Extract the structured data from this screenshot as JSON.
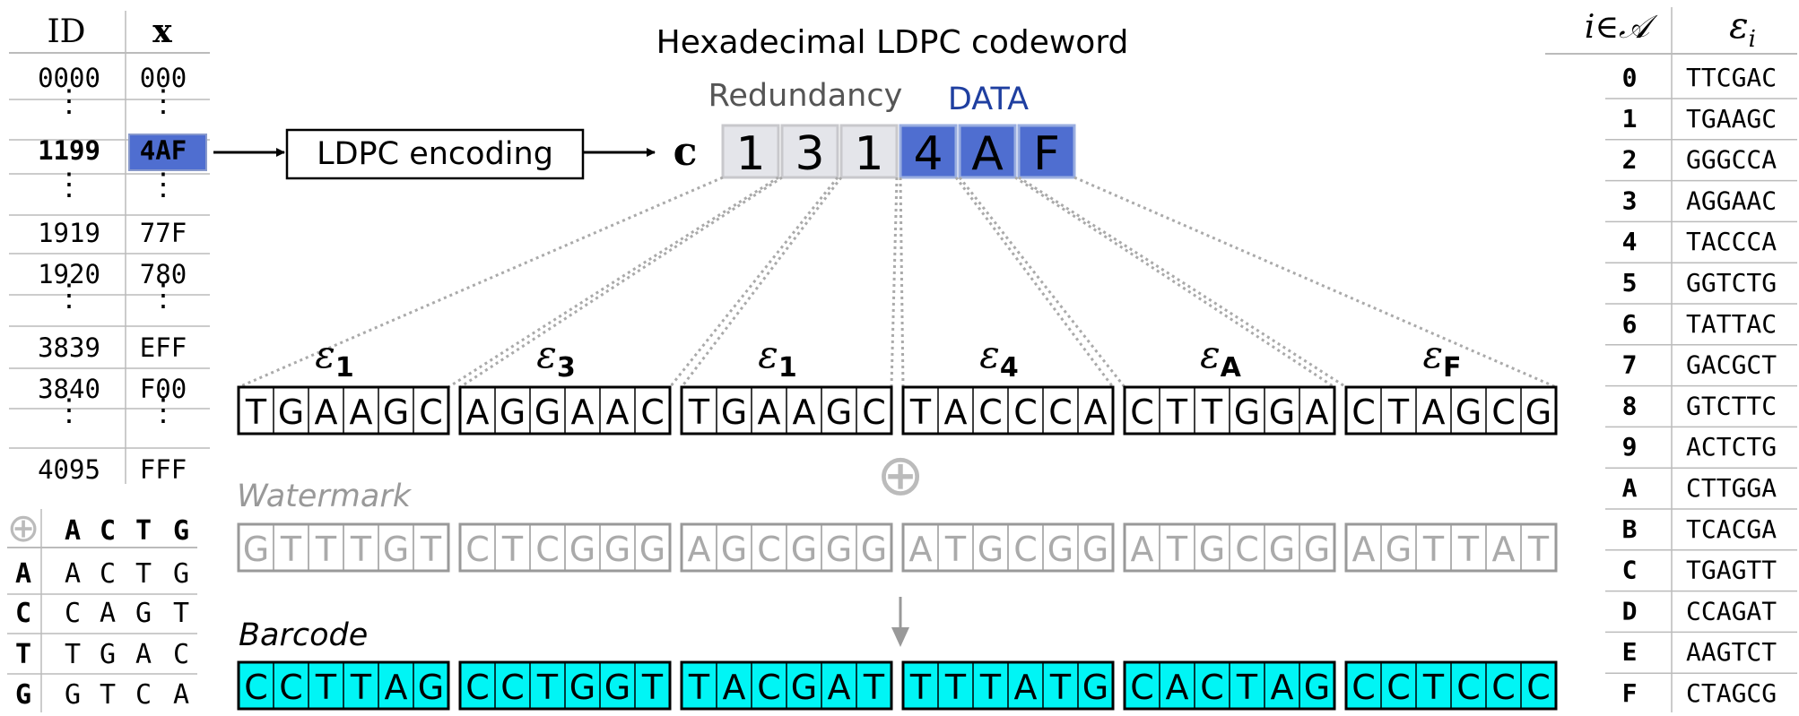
{
  "title": "Hexadecimal LDPC codeword",
  "label_redundancy": "Redundancy",
  "label_data": "DATA",
  "label_encoding": "LDPC encoding",
  "label_c": "c",
  "label_watermark": "Watermark",
  "label_barcode": "Barcode",
  "xor_symbol": "⊕",
  "colors": {
    "data_fill": "#4f6ed0",
    "data_text_label": "#1f3fa0",
    "red_fill": "#e4e5ea",
    "barcode_fill": "#00f5f5",
    "watermark": "#999999",
    "rule": "#bbbbbb"
  },
  "id_table": {
    "headers": [
      "ID",
      "x"
    ],
    "rows": [
      [
        "0000",
        "000"
      ],
      [
        "⋮",
        "⋮"
      ],
      [
        "1199",
        "4AF"
      ],
      [
        "⋮",
        "⋮"
      ],
      [
        "1919",
        "77F"
      ],
      [
        "1920",
        "780"
      ],
      [
        "⋮",
        "⋮"
      ],
      [
        "3839",
        "EFF"
      ],
      [
        "3840",
        "F00"
      ],
      [
        "⋮",
        "⋮"
      ],
      [
        "4095",
        "FFF"
      ]
    ]
  },
  "xor_table": {
    "corner": "⊕",
    "headers": [
      "A",
      "C",
      "T",
      "G"
    ],
    "rows": [
      {
        "head": "A",
        "cells": [
          "A",
          "C",
          "T",
          "G"
        ]
      },
      {
        "head": "C",
        "cells": [
          "C",
          "A",
          "G",
          "T"
        ]
      },
      {
        "head": "T",
        "cells": [
          "T",
          "G",
          "A",
          "C"
        ]
      },
      {
        "head": "G",
        "cells": [
          "G",
          "T",
          "C",
          "A"
        ]
      }
    ]
  },
  "codeword": [
    {
      "symbol": "1",
      "kind": "redundancy"
    },
    {
      "symbol": "3",
      "kind": "redundancy"
    },
    {
      "symbol": "1",
      "kind": "redundancy"
    },
    {
      "symbol": "4",
      "kind": "data"
    },
    {
      "symbol": "A",
      "kind": "data"
    },
    {
      "symbol": "F",
      "kind": "data"
    }
  ],
  "encoded_blocks": [
    {
      "label": "ε",
      "sub": "1",
      "seq": "TGAAGC",
      "watermark": "GTTTGT",
      "barcode": "CCTTAG"
    },
    {
      "label": "ε",
      "sub": "3",
      "seq": "AGGAAC",
      "watermark": "CTCGGG",
      "barcode": "CCTGGT"
    },
    {
      "label": "ε",
      "sub": "1",
      "seq": "TGAAGC",
      "watermark": "AGCGGG",
      "barcode": "TACGAT"
    },
    {
      "label": "ε",
      "sub": "4",
      "seq": "TACCCA",
      "watermark": "ATGCGG",
      "barcode": "TTTATG"
    },
    {
      "label": "ε",
      "sub": "A",
      "seq": "CTTGGA",
      "watermark": "ATGCGG",
      "barcode": "CACTAG"
    },
    {
      "label": "ε",
      "sub": "F",
      "seq": "CTAGCG",
      "watermark": "AGTTAT",
      "barcode": "CCTCCC"
    }
  ],
  "alphabet_table": {
    "header_index": "i∈𝒜",
    "header_word": "ε",
    "header_word_sub": "i",
    "rows": [
      [
        "0",
        "TTCGAC"
      ],
      [
        "1",
        "TGAAGC"
      ],
      [
        "2",
        "GGGCCA"
      ],
      [
        "3",
        "AGGAAC"
      ],
      [
        "4",
        "TACCCA"
      ],
      [
        "5",
        "GGTCTG"
      ],
      [
        "6",
        "TATTAC"
      ],
      [
        "7",
        "GACGCT"
      ],
      [
        "8",
        "GTCTTC"
      ],
      [
        "9",
        "ACTCTG"
      ],
      [
        "A",
        "CTTGGA"
      ],
      [
        "B",
        "TCACGA"
      ],
      [
        "C",
        "TGAGTT"
      ],
      [
        "D",
        "CCAGAT"
      ],
      [
        "E",
        "AAGTCT"
      ],
      [
        "F",
        "CTAGCG"
      ]
    ]
  }
}
